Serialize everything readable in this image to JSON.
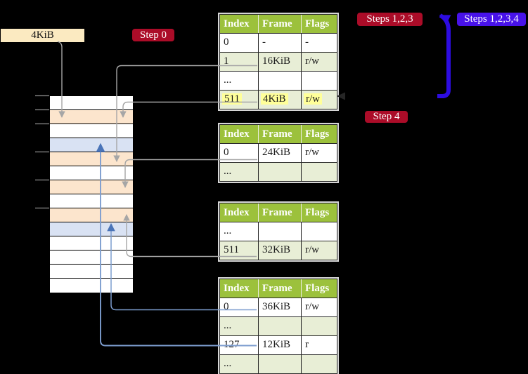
{
  "page_size_box": {
    "label": "4KiB"
  },
  "badges": {
    "step0": {
      "label": "Step 0"
    },
    "steps123": {
      "label": "Steps 1,2,3"
    },
    "steps1234": {
      "label": "Steps 1,2,3,4"
    },
    "step4": {
      "label": "Step 4"
    }
  },
  "page_tables": [
    {
      "headers": [
        "Index",
        "Frame",
        "Flags"
      ],
      "rows": [
        [
          "0",
          "-",
          "-"
        ],
        [
          "1",
          "16KiB",
          "r/w"
        ],
        [
          "...",
          "",
          ""
        ],
        [
          "511",
          "4KiB",
          "r/w"
        ]
      ],
      "highlighted_row": 3
    },
    {
      "headers": [
        "Index",
        "Frame",
        "Flags"
      ],
      "rows": [
        [
          "0",
          "24KiB",
          "r/w"
        ],
        [
          "...",
          "",
          ""
        ]
      ]
    },
    {
      "headers": [
        "Index",
        "Frame",
        "Flags"
      ],
      "rows": [
        [
          "...",
          "",
          ""
        ],
        [
          "511",
          "32KiB",
          "r/w"
        ]
      ]
    },
    {
      "headers": [
        "Index",
        "Frame",
        "Flags"
      ],
      "rows": [
        [
          "0",
          "36KiB",
          "r/w"
        ],
        [
          "...",
          "",
          ""
        ],
        [
          "127",
          "12KiB",
          "r"
        ],
        [
          "...",
          "",
          ""
        ]
      ]
    }
  ],
  "memory_column": {
    "row_colors": [
      "white",
      "peach",
      "white",
      "blue",
      "peach",
      "white",
      "peach",
      "white",
      "peach",
      "blue",
      "white",
      "white",
      "white",
      "white"
    ]
  },
  "colors": {
    "table_header": "#9cc13c",
    "table_row_alt": "#e8eed6",
    "highlight": "#ffff99",
    "frame_peach": "#fce5cd",
    "frame_blue": "#d9e2f3",
    "badge_red": "#ab0c28",
    "badge_violet": "#4812e9",
    "big_arrow_blue": "#2d0ce0",
    "connector_gray": "#a6a6a6",
    "connector_blue": "#7d9dcf",
    "arrowhead_blue": "#4a74b8",
    "page_size_box_bg": "#fbeac1"
  }
}
